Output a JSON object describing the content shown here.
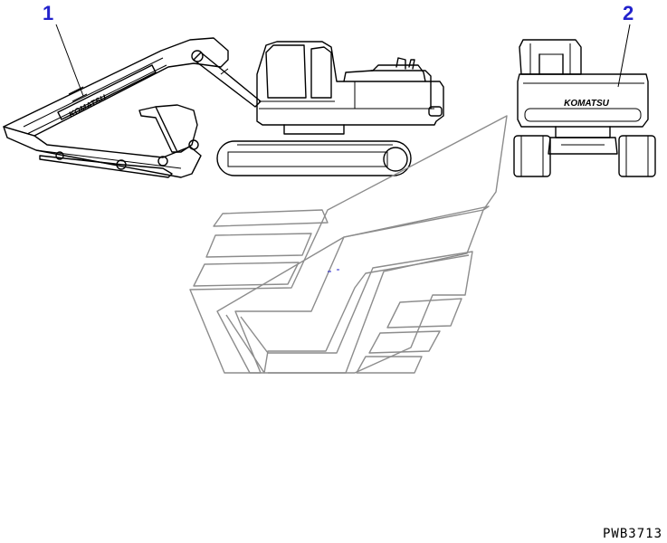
{
  "callouts": [
    {
      "number": "1"
    },
    {
      "number": "2"
    }
  ],
  "decals": {
    "boom_logo": "KOMATSU",
    "rear_logo": "KOMATSU"
  },
  "drawing_code": "PWB3713",
  "colors": {
    "callout_number": "#2222cc",
    "emblem_outline": "#8c8c8c",
    "line_art": "#000000"
  }
}
